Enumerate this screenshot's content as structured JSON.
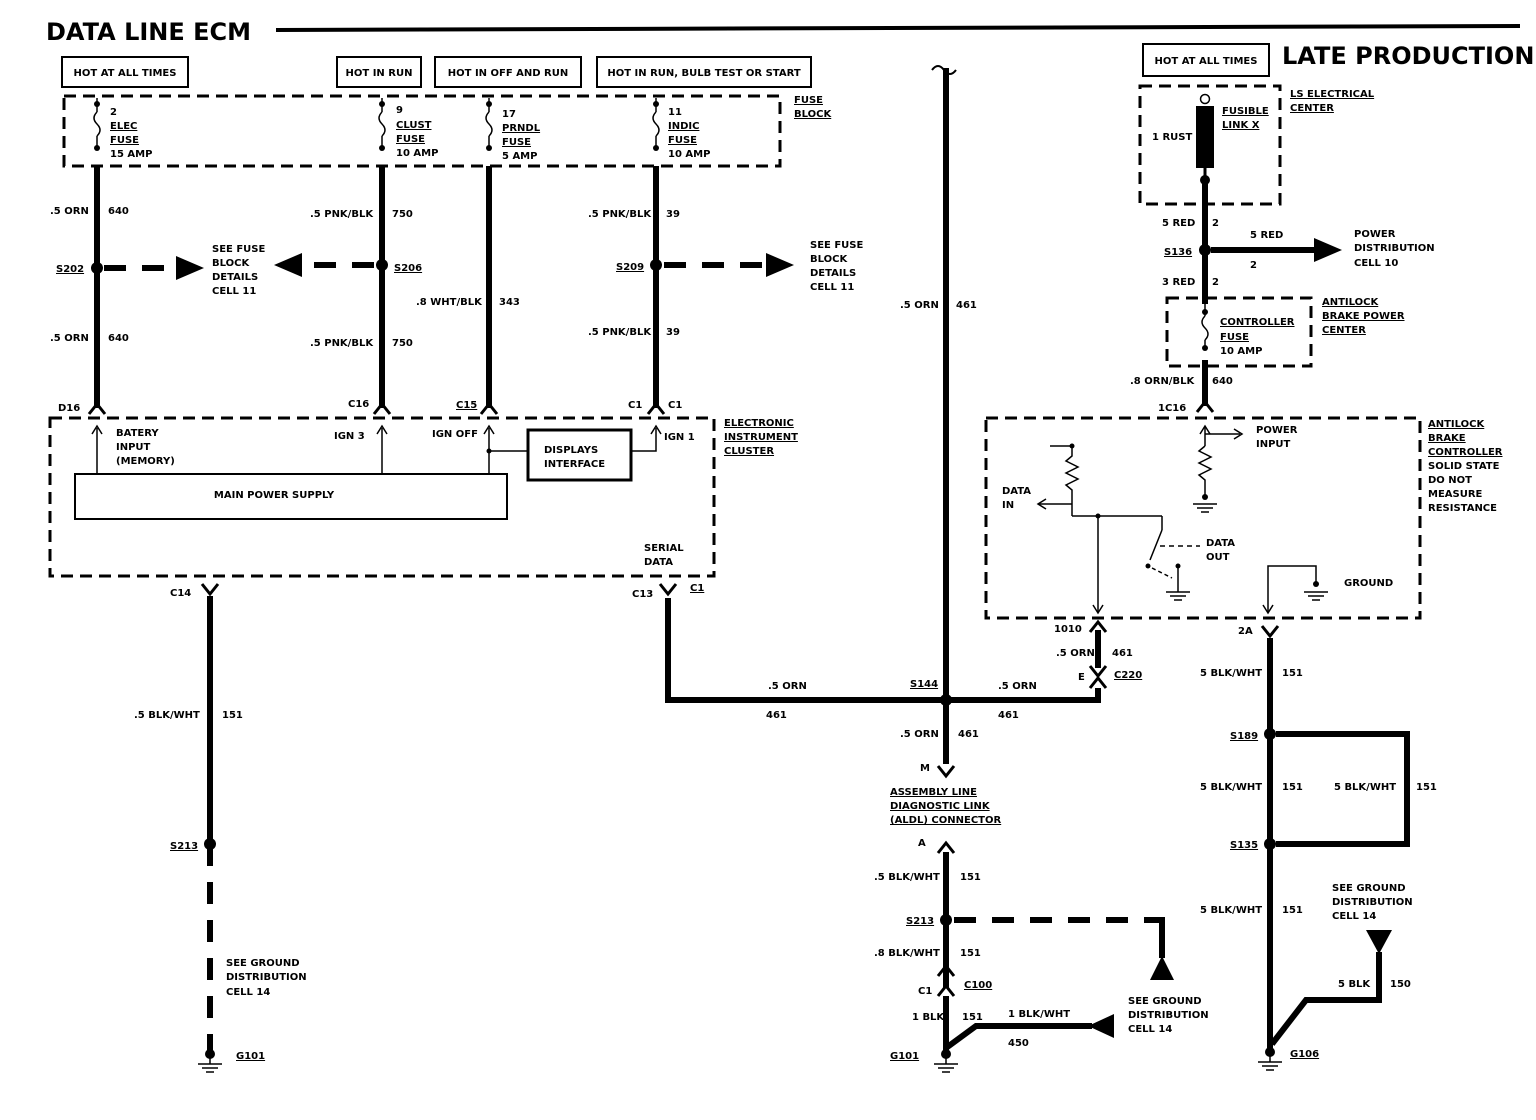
{
  "title": "DATA LINE ECM",
  "late_production": "LATE PRODUCTION",
  "power_labels": {
    "hot_at_all_times": "HOT AT ALL TIMES",
    "hot_in_run": "HOT IN RUN",
    "hot_in_off_and_run": "HOT IN OFF AND RUN",
    "hot_in_run_bulb": "HOT IN RUN, BULB TEST OR START",
    "hot_at_all_times_late": "HOT AT ALL TIMES"
  },
  "fuse_block": {
    "label1": "FUSE",
    "label2": "BLOCK",
    "fuses": [
      {
        "num": "2",
        "name": "ELEC",
        "fuse": "FUSE",
        "amp": "15 AMP"
      },
      {
        "num": "9",
        "name": "CLUST",
        "fuse": "FUSE",
        "amp": "10 AMP"
      },
      {
        "num": "17",
        "name": "PRNDL",
        "fuse": "FUSE",
        "amp": "5 AMP"
      },
      {
        "num": "11",
        "name": "INDIC",
        "fuse": "FUSE",
        "amp": "10 AMP"
      }
    ]
  },
  "wires": {
    "orn640": ".5 ORN",
    "c640": "640",
    "pnk750": ".5 PNK/BLK",
    "c750": "750",
    "wht343": ".8 WHT/BLK",
    "c343": "343",
    "pnk39": ".5 PNK/BLK",
    "c39": "39",
    "orn461": ".5 ORN",
    "c461": "461",
    "blk151": ".5 BLK/WHT",
    "c151": "151",
    "blk151b": "5 BLK/WHT",
    "blk151c": ".8 BLK/WHT",
    "blk1": "1 BLK",
    "blk1wht": "1 BLK/WHT",
    "c450": "450",
    "blk5": "5 BLK",
    "c150": "150",
    "red5": "5 RED",
    "red3": "3 RED",
    "c2": "2",
    "ornblk": ".8 ORN/BLK"
  },
  "splices": {
    "s202": "S202",
    "s206": "S206",
    "s209": "S209",
    "s144": "S144",
    "s213": "S213",
    "s213b": "S213",
    "s189": "S189",
    "s135": "S135",
    "s136": "S136"
  },
  "see_fuse": [
    "SEE FUSE",
    "BLOCK",
    "DETAILS",
    "CELL 11"
  ],
  "see_ground": [
    "SEE GROUND",
    "DISTRIBUTION",
    "CELL 14"
  ],
  "power_dist": [
    "POWER",
    "DISTRIBUTION",
    "CELL 10"
  ],
  "connectors": {
    "d16": "D16",
    "c16": "C16",
    "c15": "C15",
    "c1": "C1",
    "c14": "C14",
    "c13": "C13",
    "c220": "C220",
    "e": "E",
    "m": "M",
    "a": "A",
    "c100": "C100",
    "k1010": "1010",
    "k2a": "2A",
    "k1c16": "1C16"
  },
  "cluster": {
    "battery": [
      "BATERY",
      "INPUT",
      "(MEMORY)"
    ],
    "ign3": "IGN 3",
    "ignoff": "IGN OFF",
    "ign1": "IGN 1",
    "displays": [
      "DISPLAYS",
      "INTERFACE"
    ],
    "main_power": "MAIN POWER SUPPLY",
    "serial": [
      "SERIAL",
      "DATA"
    ],
    "name": [
      "ELECTRONIC",
      "INSTRUMENT",
      "CLUSTER"
    ]
  },
  "aldl": [
    "ASSEMBLY LINE",
    "DIAGNOSTIC LINK",
    "(ALDL) CONNECTOR"
  ],
  "grounds": {
    "g101": "G101",
    "g101b": "G101",
    "g106": "G106"
  },
  "ls_center": [
    "LS ELECTRICAL",
    "CENTER"
  ],
  "fusible": [
    "FUSIBLE",
    "LINK X"
  ],
  "rust": "1 RUST",
  "abpc": [
    "ANTILOCK",
    "BRAKE POWER",
    "CENTER"
  ],
  "ctrl_fuse": [
    "CONTROLLER",
    "FUSE",
    "10 AMP"
  ],
  "abc": [
    "ANTILOCK",
    "BRAKE",
    "CONTROLLER",
    "SOLID STATE",
    "DO NOT",
    "MEASURE",
    "RESISTANCE"
  ],
  "power_input": [
    "POWER",
    "INPUT"
  ],
  "data_in": [
    "DATA",
    "IN"
  ],
  "data_out": [
    "DATA",
    "OUT"
  ],
  "ground": "GROUND"
}
